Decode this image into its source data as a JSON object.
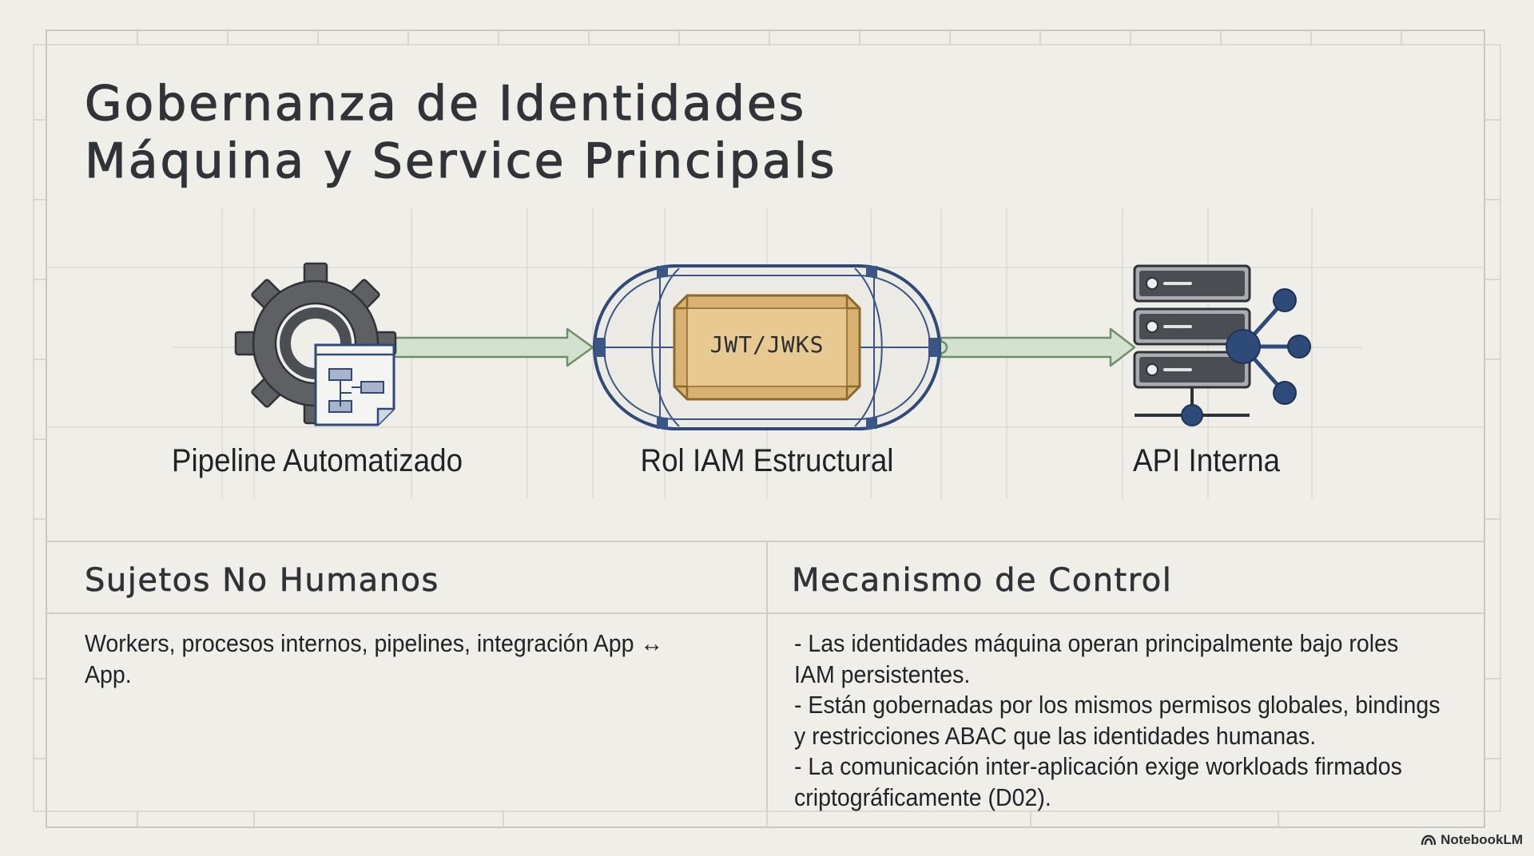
{
  "title_lines": [
    "Gobernanza de Identidades",
    "Máquina y Service Principals"
  ],
  "flow": {
    "source": {
      "label": "Pipeline Automatizado",
      "icon": "gear-document-icon"
    },
    "middle": {
      "label": "Rol IAM Estructural",
      "token": "JWT/JWKS",
      "icon": "capsule-token-icon"
    },
    "target": {
      "label": "API Interna",
      "icon": "server-network-icon"
    }
  },
  "sections": {
    "left": {
      "heading": "Sujetos No Humanos",
      "lines": [
        "Workers, procesos internos, pipelines, integración App ↔",
        "App."
      ]
    },
    "right": {
      "heading": "Mecanismo de Control",
      "lines": [
        "- Las identidades máquina operan principalmente bajo roles",
        "IAM persistentes.",
        "- Están gobernadas por los mismos permisos globales, bindings",
        "y restricciones ABAC que las identidades humanas.",
        "- La comunicación inter-aplicación exige workloads firmados",
        "criptográficamente (D02)."
      ]
    }
  },
  "brand": {
    "name": "NotebookLM",
    "icon": "notebooklm-logo-icon"
  },
  "colors": {
    "background": "#f0eee9",
    "grid": "#d9d7d1",
    "frame": "#c9c7c1",
    "gear": "#5e6064",
    "navy": "#2e4a78",
    "token_fill": "#e2c18a",
    "arrow_fill": "#d3e2cf",
    "arrow_stroke": "#6f8f6a",
    "server": "#3a3d42"
  }
}
